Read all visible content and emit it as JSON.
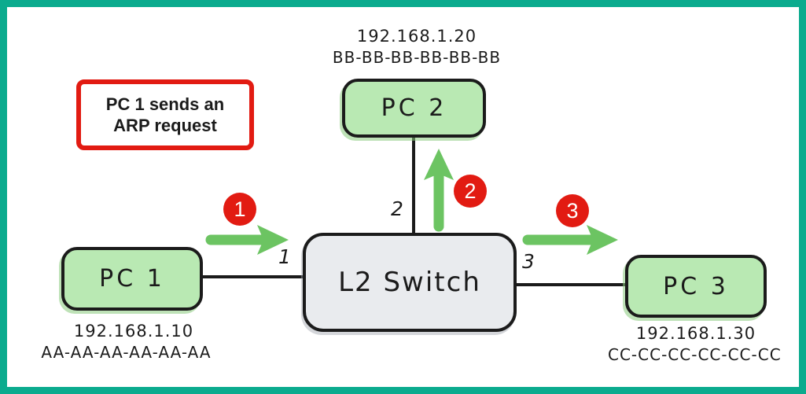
{
  "callout": {
    "line1": "PC 1 sends an",
    "line2": "ARP request"
  },
  "nodes": {
    "pc1": {
      "label": "PC 1",
      "ip": "192.168.1.10",
      "mac": "AA-AA-AA-AA-AA-AA"
    },
    "pc2": {
      "label": "PC 2",
      "ip": "192.168.1.20",
      "mac": "BB-BB-BB-BB-BB-BB"
    },
    "pc3": {
      "label": "PC 3",
      "ip": "192.168.1.30",
      "mac": "CC-CC-CC-CC-CC-CC"
    },
    "switch": {
      "label": "L2 Switch"
    }
  },
  "ports": {
    "pc1_port": "1",
    "pc2_port": "2",
    "pc3_port": "3"
  },
  "steps": {
    "one": "1",
    "two": "2",
    "three": "3"
  },
  "colors": {
    "frame_border": "#0BAB8E",
    "callout_border": "#E21B12",
    "step_badge": "#E21B12",
    "arrow_green": "#6CC462",
    "pc_fill": "#B9E9B3",
    "switch_fill": "#E9EBEE",
    "outline": "#1B1B1B"
  }
}
